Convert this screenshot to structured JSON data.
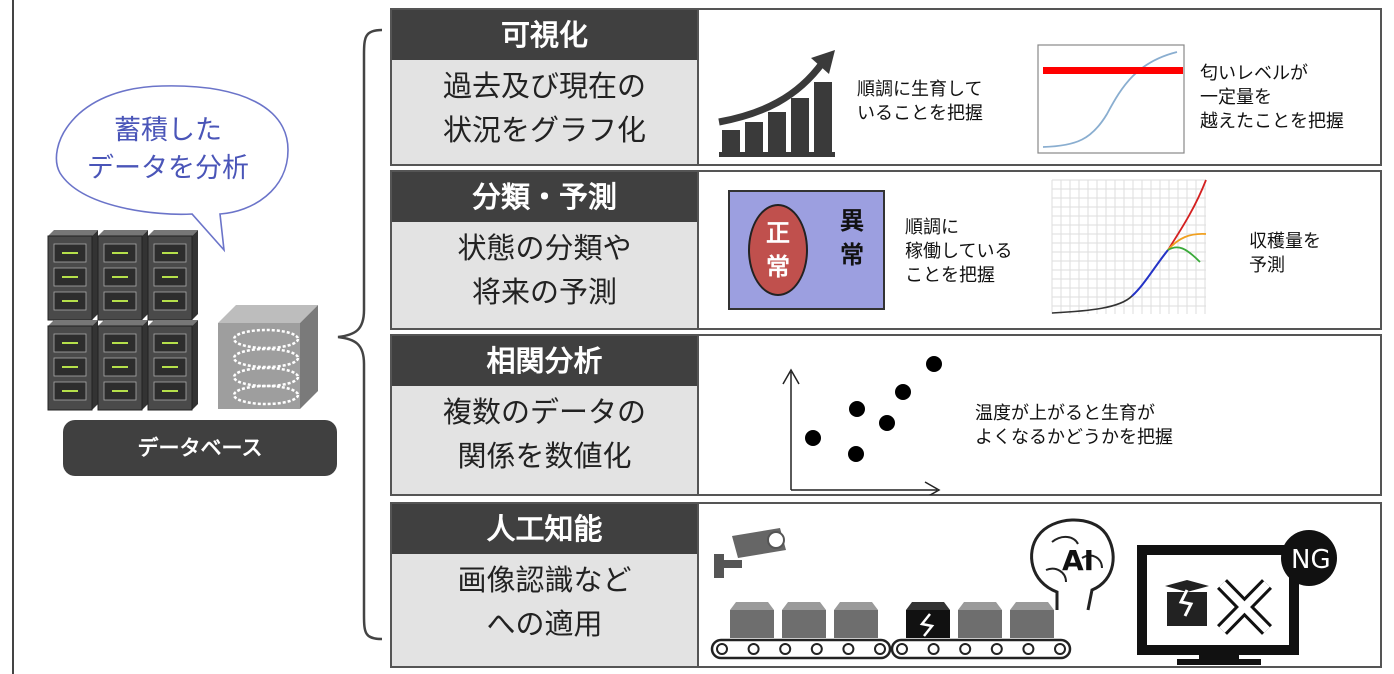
{
  "database": {
    "bubble_line1": "蓄積した",
    "bubble_line2": "データを分析",
    "label": "データベース"
  },
  "rows": [
    {
      "title": "可視化",
      "desc_line1": "過去及び現在の",
      "desc_line2": "状況をグラフ化",
      "note1": [
        "順調に生育して",
        "いることを把握"
      ],
      "note2": [
        "匂いレベルが",
        "一定量を",
        "越えたことを把握"
      ]
    },
    {
      "title": "分類・予測",
      "desc_line1": "状態の分類や",
      "desc_line2": "将来の予測",
      "normal_label": [
        "正",
        "常"
      ],
      "abnormal_label": [
        "異",
        "常"
      ],
      "note1": [
        "順調に",
        "稼働している",
        "ことを把握"
      ],
      "note2": [
        "収穫量を",
        "予測"
      ]
    },
    {
      "title": "相関分析",
      "desc_line1": "複数のデータの",
      "desc_line2": "関係を数値化",
      "note1": [
        "温度が上がると生育が",
        "よくなるかどうかを把握"
      ]
    },
    {
      "title": "人工知能",
      "desc_line1": "画像認識など",
      "desc_line2": "への適用",
      "ai_label": "AI",
      "ng_label": "NG"
    }
  ],
  "colors": {
    "dark_header": "#404040",
    "left_panel": "#e3e3e3",
    "bubble_text": "#4a55b8",
    "classify_box": "#9c9fe0",
    "normal_ellipse": "#c0504d",
    "threshold_line": "#ff0000"
  }
}
